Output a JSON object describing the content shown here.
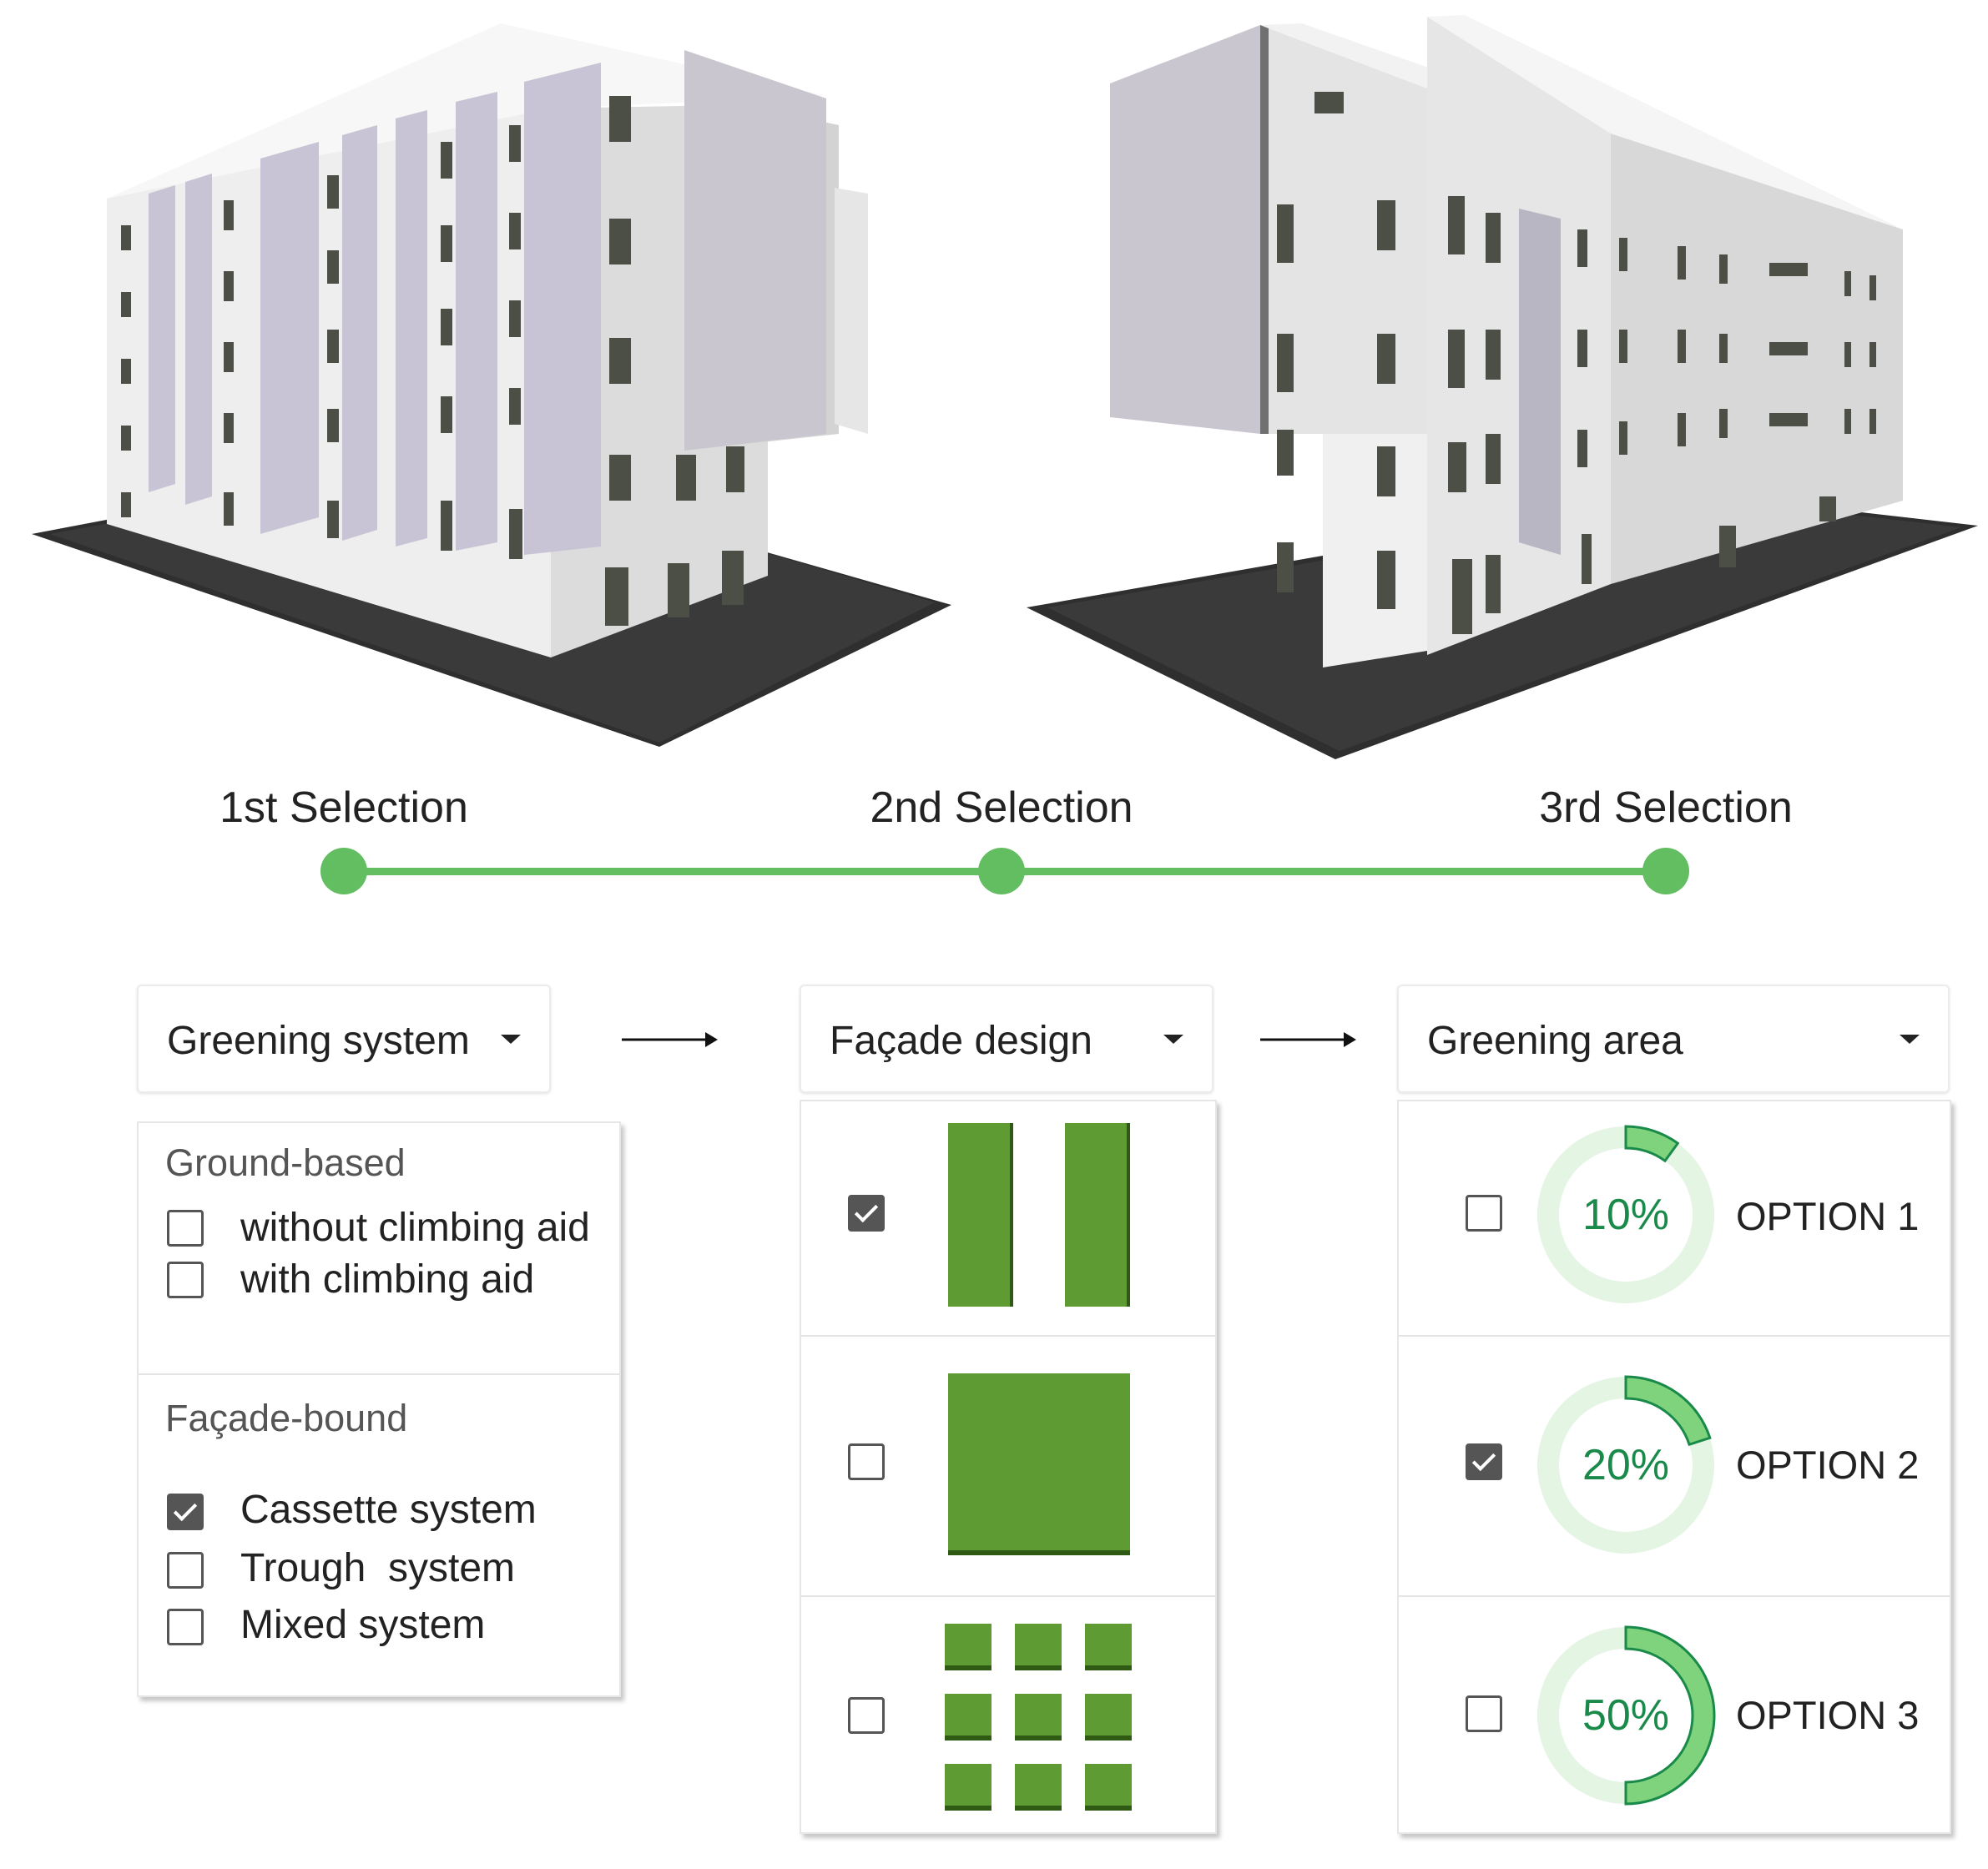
{
  "steps": [
    {
      "label": "1st Selection"
    },
    {
      "label": "2nd Selection"
    },
    {
      "label": "3rd Selection"
    }
  ],
  "colors": {
    "accent": "#63bd61",
    "panel_green": "#5e9c33",
    "ring_light": "#e4f5e4",
    "ring_fill": "#7fd37c",
    "percent_text": "#1a8a4a"
  },
  "dropdowns": {
    "greening_system": "Greening system",
    "facade_design": "Façade design",
    "greening_area": "Greening area"
  },
  "greening_system_panel": {
    "ground_based": {
      "heading": "Ground-based",
      "options": [
        {
          "label": "without climbing aid",
          "checked": false
        },
        {
          "label": "with climbing aid",
          "checked": false
        }
      ]
    },
    "facade_bound": {
      "heading": "Façade-bound",
      "options": [
        {
          "label": "Cassette system",
          "checked": true
        },
        {
          "label": "Trough  system",
          "checked": false
        },
        {
          "label": "Mixed system",
          "checked": false
        }
      ]
    }
  },
  "facade_design_panel": {
    "options": [
      {
        "pattern": "two-vertical-strips",
        "checked": true
      },
      {
        "pattern": "full-panel",
        "checked": false
      },
      {
        "pattern": "tile-grid-3x3",
        "checked": false
      }
    ]
  },
  "greening_area_panel": {
    "options": [
      {
        "percent_label": "10%",
        "percent": 10,
        "name": "OPTION 1",
        "checked": false
      },
      {
        "percent_label": "20%",
        "percent": 20,
        "name": "OPTION 2",
        "checked": true
      },
      {
        "percent_label": "50%",
        "percent": 50,
        "name": "OPTION 3",
        "checked": false
      }
    ]
  }
}
